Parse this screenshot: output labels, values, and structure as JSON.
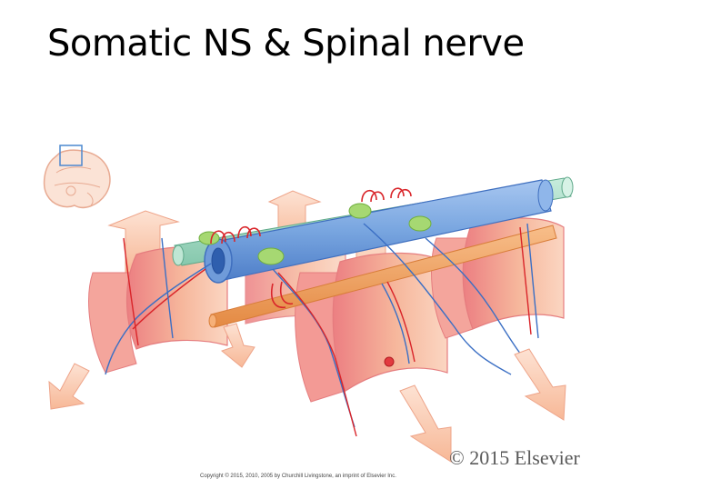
{
  "slide": {
    "title": "Somatic NS & Spinal nerve"
  },
  "figure": {
    "watermark": "© 2015 Elsevier",
    "copyright": "Copyright © 2015, 2010, 2005 by Churchill Livingstone, an imprint of Elsevier Inc.",
    "colors": {
      "somite_fill": "#f6b79c",
      "somite_dark": "#e9767a",
      "neural_tube": "#79a6e0",
      "neural_tube_dark": "#3f6fbf",
      "dorsal_column": "#a9dcc9",
      "notochord": "#f2a15e",
      "nerve_red": "#d9252a",
      "nerve_blue": "#3b6fc4",
      "ganglion_green": "#8ccc4e"
    },
    "icons": [
      "embryo-inset-icon",
      "location-box-icon"
    ]
  }
}
